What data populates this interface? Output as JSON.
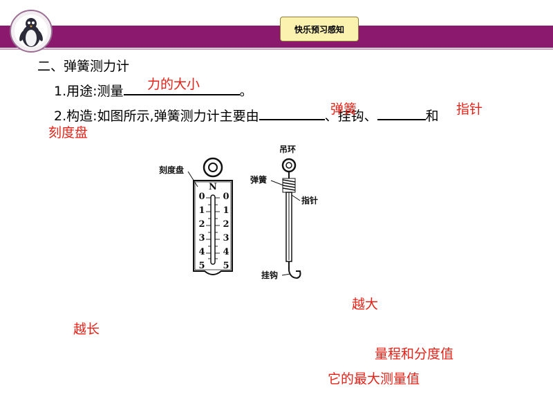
{
  "header": {
    "badge": "快乐预习感知"
  },
  "section": {
    "title": "二、弹簧测力计",
    "item1_prefix": "1.用途:测量",
    "item1_suffix": "。",
    "item1_answer": "力的大小",
    "item2_prefix": "2.构造:如图所示,弹簧测力计主要由",
    "item2_mid1": "、挂钩、",
    "item2_mid2": "和",
    "item2_answer1": "弹簧",
    "item2_answer2": "指针",
    "item2_answer3": "刻度盘"
  },
  "figure": {
    "left_label": "刻度盘",
    "scale_top": "N",
    "scale_numbers": [
      "0",
      "1",
      "2",
      "3",
      "4",
      "5"
    ],
    "right_labels": {
      "ring": "吊环",
      "spring": "弹簧",
      "pointer": "指针",
      "hook": "挂钩"
    }
  },
  "answers": {
    "a1": "越大",
    "a2": "越长",
    "a3": "量程和分度值",
    "a4": "它的最大测量值"
  }
}
